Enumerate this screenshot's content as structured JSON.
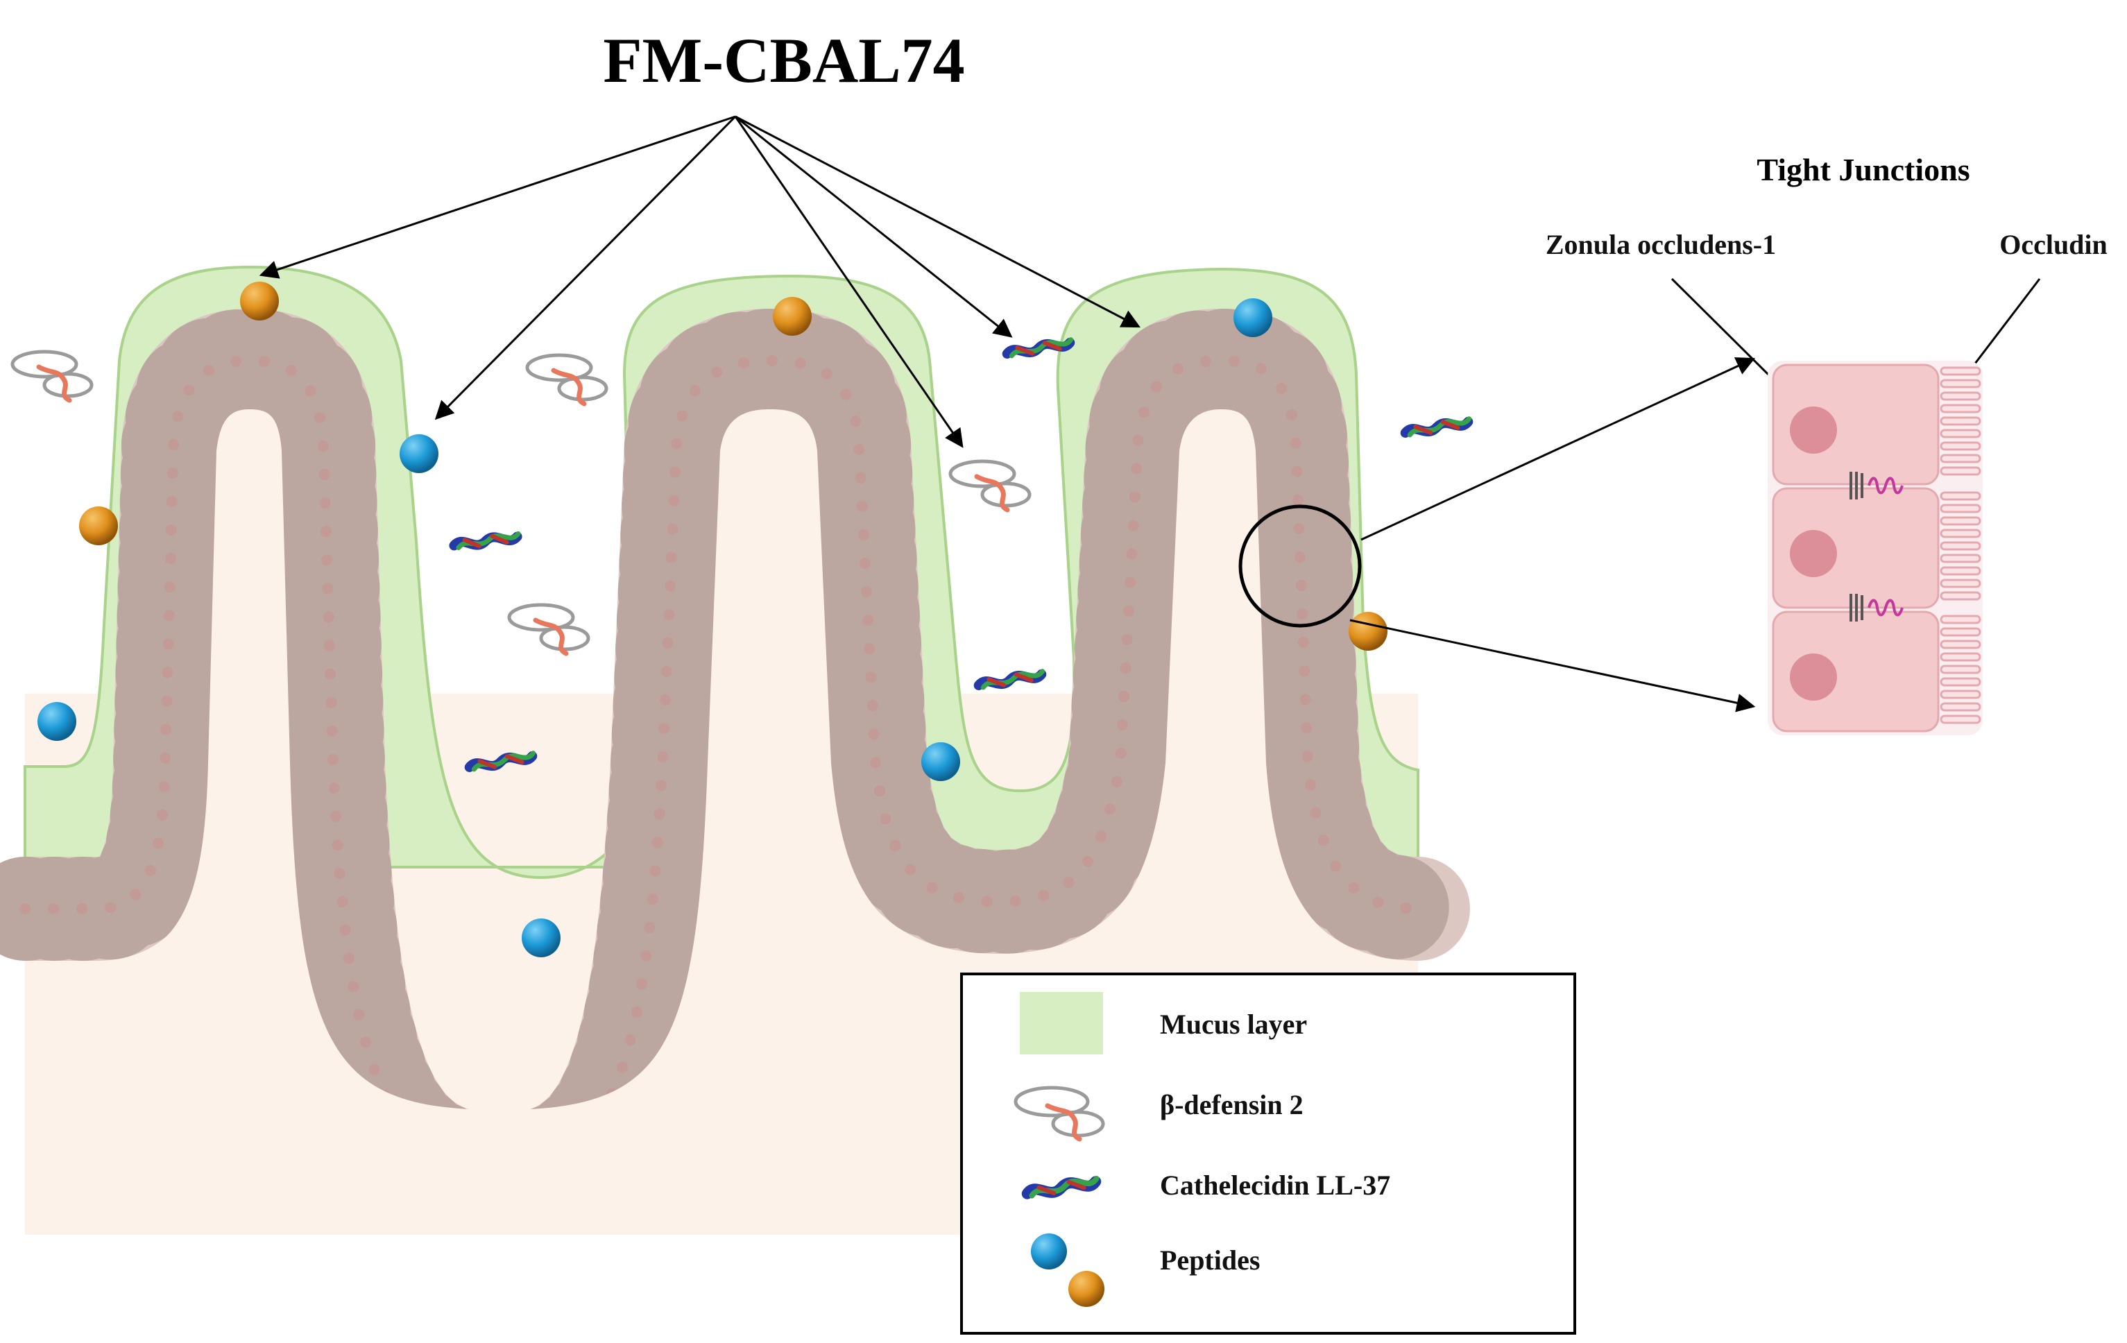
{
  "diagram": {
    "title": "FM-CBAL74",
    "tight_junctions": {
      "heading": "Tight Junctions",
      "zonula_label": "Zonula occludens-1",
      "occludin_label": "Occludin"
    },
    "legend": {
      "mucus": "Mucus layer",
      "defensin": "β-defensin 2",
      "cathelicidin": "Cathelecidin LL-37",
      "peptides": "Peptides"
    }
  },
  "colors": {
    "mucus": "#d6eec2",
    "mucus_edge": "#a9d28a",
    "epithelium": "#dcc7c2",
    "epithelium_line": "#b8a29c",
    "nucleus": "#c29a96",
    "lamina": "#fdf2ea",
    "peptide_blue": "#1d9ad8",
    "peptide_orange": "#e0901c",
    "defensin": "#e8775c",
    "tj_cell": "#f4c9cc",
    "tj_nucleus": "#dc8f98",
    "occludin": "#c2389b"
  }
}
